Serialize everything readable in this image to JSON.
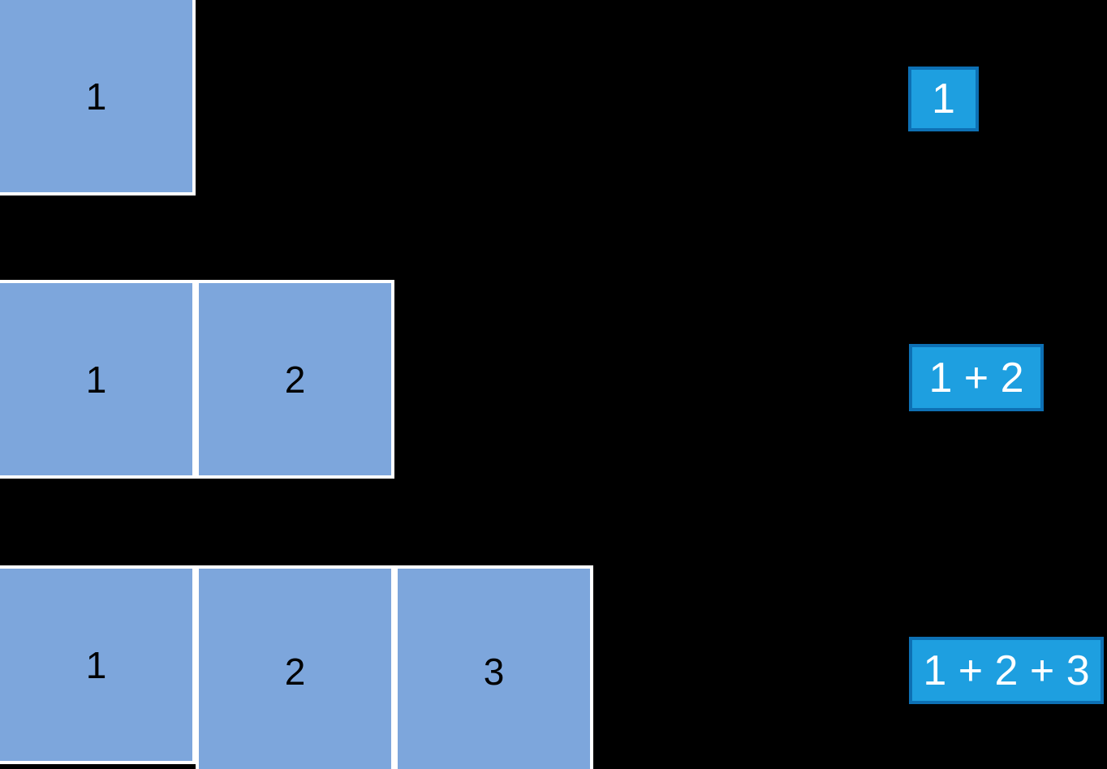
{
  "canvas": {
    "background": "#000000"
  },
  "colors": {
    "canvas_bg": "#000000",
    "square_fill": "#7DA6DC",
    "square_border": "#FFFFFF",
    "square_text": "#000000",
    "sum_fill": "#1E9FE0",
    "sum_border": "#0D70B4",
    "sum_text": "#FFFFFF"
  },
  "rows": [
    {
      "squares": [
        "1"
      ],
      "sum": "1"
    },
    {
      "squares": [
        "1",
        "2"
      ],
      "sum": "1 + 2"
    },
    {
      "squares": [
        "1",
        "2",
        "3"
      ],
      "sum": "1 + 2 + 3"
    }
  ]
}
